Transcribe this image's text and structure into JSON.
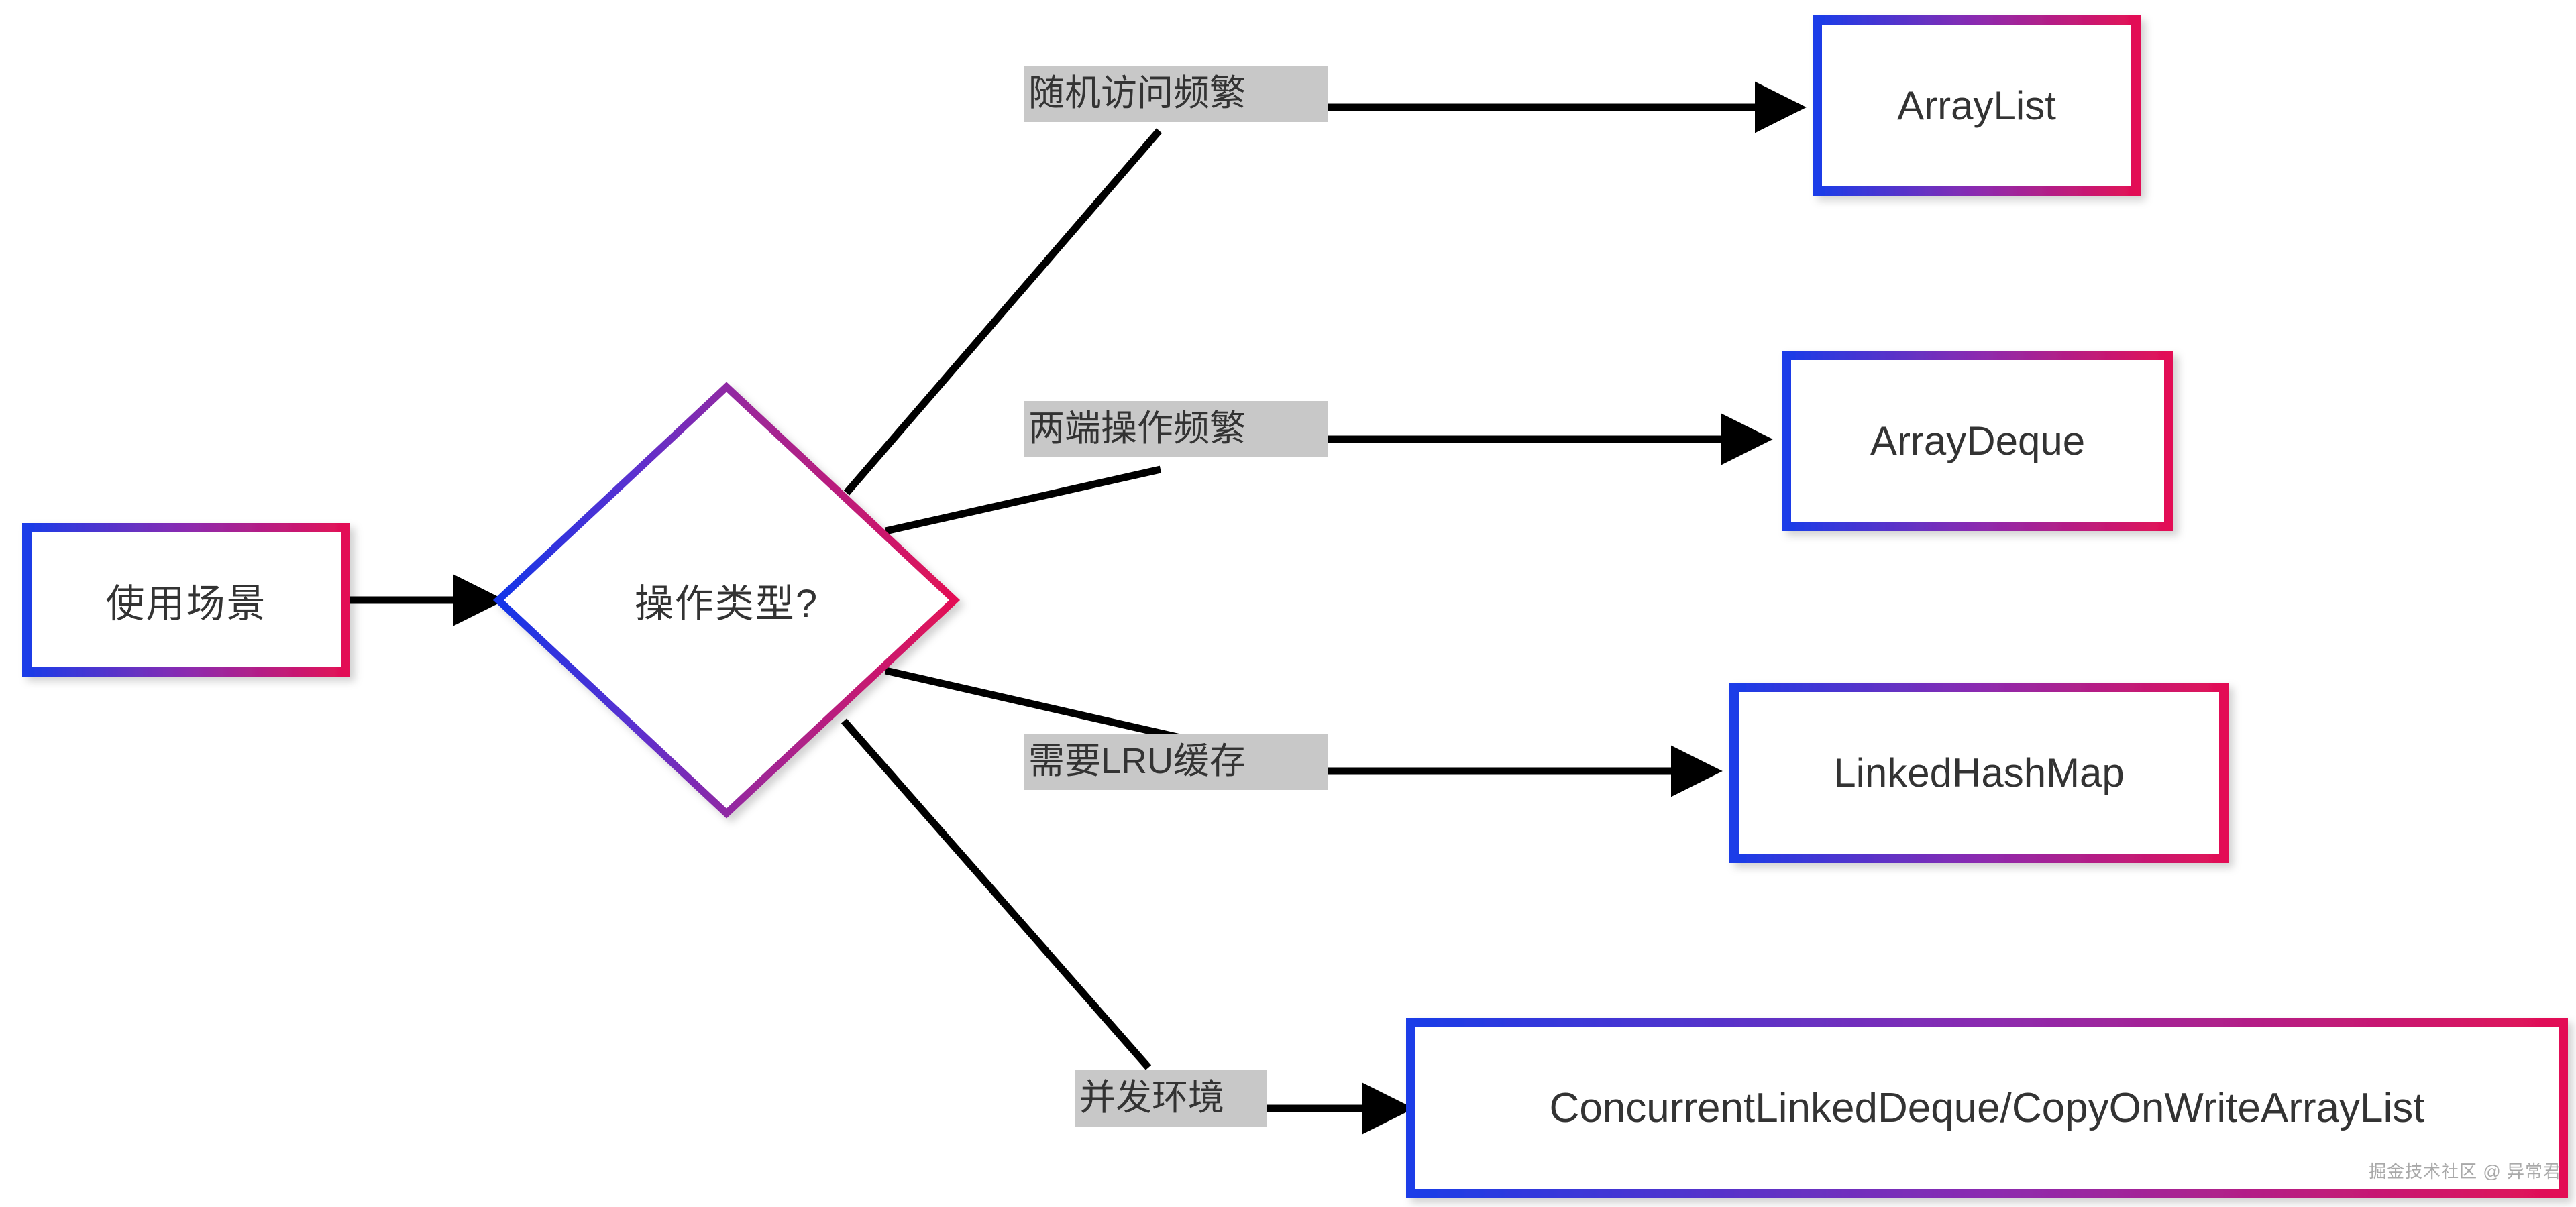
{
  "diagram": {
    "type": "flowchart",
    "orientation": "left-to-right",
    "background_color": "#ffffff",
    "palette": {
      "gradient_start": "#1a3ce8",
      "gradient_mid": "#8b2bb0",
      "gradient_end": "#e31055",
      "edge_color": "#000000",
      "edge_label_background": "#c8c8c8",
      "text_color": "#333333"
    }
  },
  "nodes": {
    "start": {
      "id": "start",
      "shape": "rectangle",
      "label": "使用场景"
    },
    "decision": {
      "id": "decision",
      "shape": "diamond",
      "label": "操作类型?"
    },
    "result_arraylist": {
      "id": "result_arraylist",
      "shape": "rectangle",
      "label": "ArrayList"
    },
    "result_arraydeque": {
      "id": "result_arraydeque",
      "shape": "rectangle",
      "label": "ArrayDeque"
    },
    "result_linkedhashmap": {
      "id": "result_linkedhashmap",
      "shape": "rectangle",
      "label": "LinkedHashMap"
    },
    "result_concurrent": {
      "id": "result_concurrent",
      "shape": "rectangle",
      "label": "ConcurrentLinkedDeque/CopyOnWriteArrayList"
    }
  },
  "edges": [
    {
      "id": "e-start-decision",
      "from": "start",
      "to": "decision",
      "label": "",
      "arrow": true
    },
    {
      "id": "e-branch-1",
      "from": "decision",
      "to": "result_arraylist",
      "label": "随机访问频繁",
      "arrow": true
    },
    {
      "id": "e-branch-2",
      "from": "decision",
      "to": "result_arraydeque",
      "label": "两端操作频繁",
      "arrow": true
    },
    {
      "id": "e-branch-3",
      "from": "decision",
      "to": "result_linkedhashmap",
      "label": "需要LRU缓存",
      "arrow": true
    },
    {
      "id": "e-branch-4",
      "from": "decision",
      "to": "result_concurrent",
      "label": "并发环境",
      "arrow": true
    }
  ],
  "watermark": {
    "text": "掘金技术社区 @ 异常君"
  }
}
